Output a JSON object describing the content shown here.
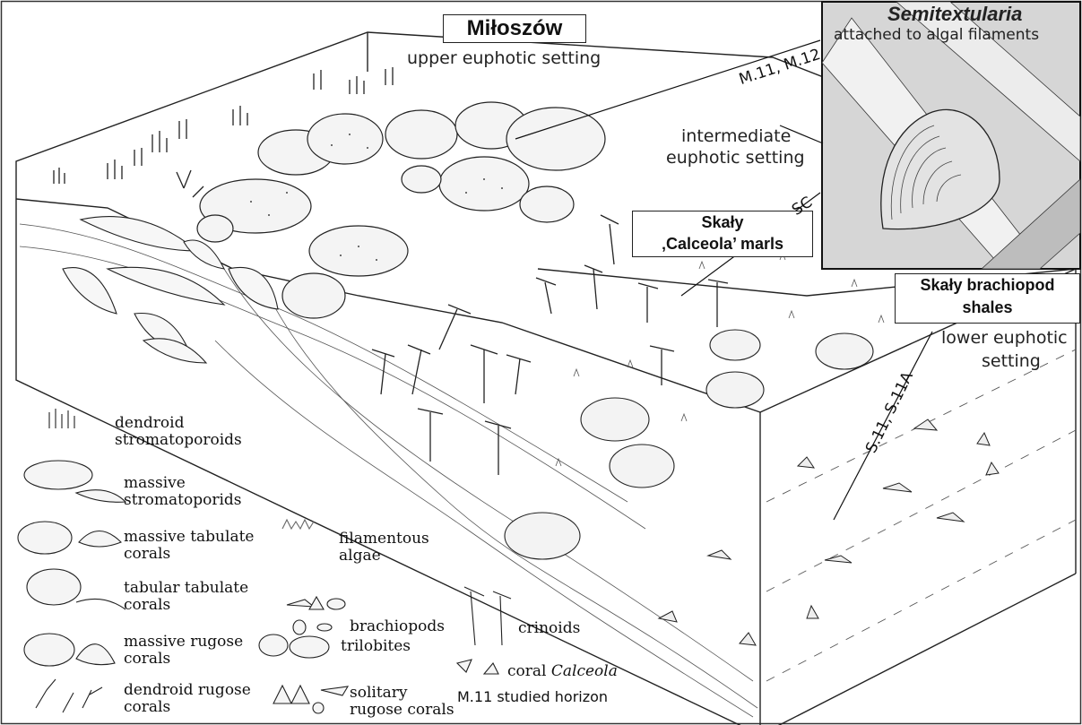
{
  "labels": {
    "title_box": "Miłoszów",
    "upper_setting": "upper euphotic setting",
    "intermediate_setting_1": "intermediate",
    "intermediate_setting_2": "euphotic setting",
    "calceola_box_1": "Skały",
    "calceola_box_2": "‚Calceola’ marls",
    "brachiopod_box_1": "Skały brachiopod",
    "brachiopod_box_2": "shales",
    "lower_setting_1": "lower euphotic",
    "lower_setting_2": "setting",
    "inset_title": "Semitextularia",
    "inset_subtitle": "attached to algal filaments",
    "line_m": "M.11, M.12",
    "line_sc": "SC",
    "line_s": "S.11, S.11A"
  },
  "legend": {
    "col1": [
      {
        "line1": "dendroid",
        "line2": "stromatoporoids"
      },
      {
        "line1": "massive",
        "line2": "stromatoporids"
      },
      {
        "line1": "massive tabulate",
        "line2": "corals"
      },
      {
        "line1": "tabular tabulate",
        "line2": "corals"
      },
      {
        "line1": "massive rugose",
        "line2": "corals"
      },
      {
        "line1": "dendroid rugose",
        "line2": "corals"
      }
    ],
    "col2": [
      {
        "line1": "filamentous",
        "line2": "algae"
      },
      {
        "line1": "brachiopods",
        "line2": ""
      },
      {
        "line1": "trilobites",
        "line2": ""
      },
      {
        "line1": "solitary",
        "line2": "rugose corals"
      }
    ],
    "col3": [
      {
        "line1": "crinoids",
        "line2": ""
      },
      {
        "line1": "coral ",
        "line2": "Calceola"
      },
      {
        "line1": "M.11 studied horizon",
        "line2": ""
      }
    ]
  },
  "colors": {
    "ink": "#222222",
    "paper": "#ffffff",
    "inset_bg": "#d8d8d8"
  }
}
